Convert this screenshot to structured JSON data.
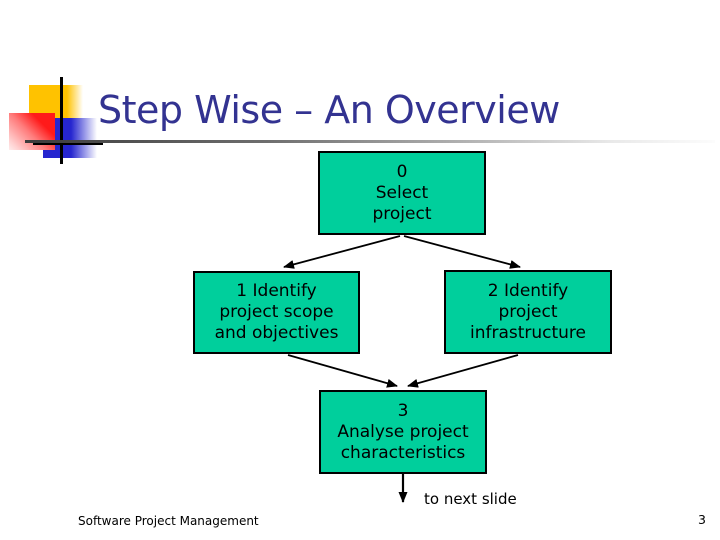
{
  "slide": {
    "title": "Step Wise – An Overview",
    "footer": "Software Project Management",
    "page_number": "3"
  },
  "flowchart": {
    "note": "to next slide",
    "nodes": [
      {
        "name": "select-project",
        "lines": [
          "0",
          "Select",
          "project"
        ]
      },
      {
        "name": "identify-scope",
        "lines": [
          "1 Identify",
          "project scope",
          "and objectives"
        ]
      },
      {
        "name": "identify-infrastructure",
        "lines": [
          "2 Identify",
          "project",
          "infrastructure"
        ]
      },
      {
        "name": "analyse-characteristics",
        "lines": [
          "3",
          "Analyse project",
          "characteristics"
        ]
      }
    ],
    "box_fill": "#00CF9C",
    "box_border": "#000000",
    "line_color": "#000000"
  },
  "theme": {
    "title_color": "#333391",
    "accent_yellow": "#FFC200",
    "accent_red": "#FF1A1A",
    "accent_blue": "#2626CF"
  }
}
